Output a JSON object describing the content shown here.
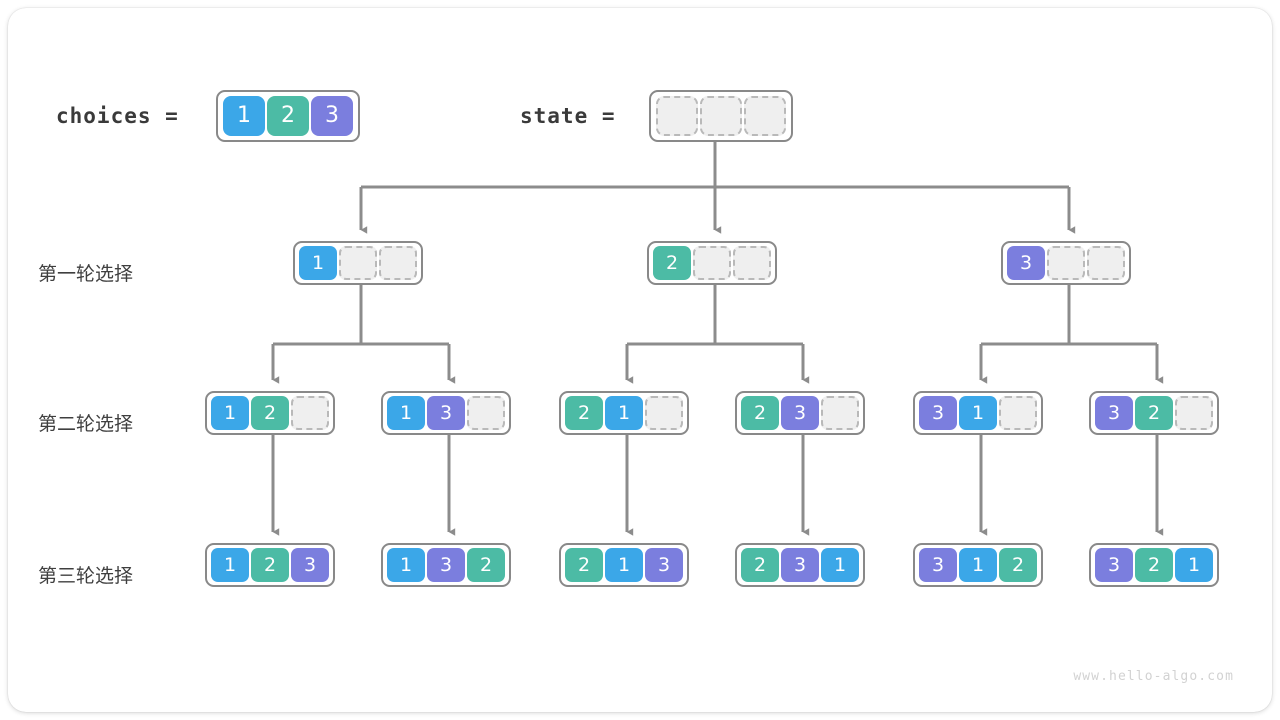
{
  "diagram": {
    "title": "permutation-backtracking-tree",
    "watermark": "www.hello-algo.com",
    "colors": {
      "blue": "#3BA7E8",
      "teal": "#4CBBA5",
      "purple": "#7B7EDE",
      "empty_fill": "#efefef",
      "empty_border": "#b9b9b9",
      "array_border": "#898989",
      "edge": "#8c8c8c",
      "text": "#3a3a3a",
      "watermark": "#d2d2d2"
    }
  },
  "header": {
    "choices_label": "choices =",
    "choices_values": [
      "1",
      "2",
      "3"
    ],
    "state_label": "state =",
    "state_values": [
      "",
      "",
      ""
    ]
  },
  "row_labels": [
    {
      "text": "第一轮选择"
    },
    {
      "text": "第二轮选择"
    },
    {
      "text": "第三轮选择"
    }
  ],
  "levels": [
    {
      "name": "round-1",
      "label": "第一轮选择",
      "nodes": [
        {
          "values": [
            "1",
            "",
            ""
          ]
        },
        {
          "values": [
            "2",
            "",
            ""
          ]
        },
        {
          "values": [
            "3",
            "",
            ""
          ]
        }
      ]
    },
    {
      "name": "round-2",
      "label": "第二轮选择",
      "nodes": [
        {
          "values": [
            "1",
            "2",
            ""
          ]
        },
        {
          "values": [
            "1",
            "3",
            ""
          ]
        },
        {
          "values": [
            "2",
            "1",
            ""
          ]
        },
        {
          "values": [
            "2",
            "3",
            ""
          ]
        },
        {
          "values": [
            "3",
            "1",
            ""
          ]
        },
        {
          "values": [
            "3",
            "2",
            ""
          ]
        }
      ]
    },
    {
      "name": "round-3",
      "label": "第三轮选择",
      "nodes": [
        {
          "values": [
            "1",
            "2",
            "3"
          ]
        },
        {
          "values": [
            "1",
            "3",
            "2"
          ]
        },
        {
          "values": [
            "2",
            "1",
            "3"
          ]
        },
        {
          "values": [
            "2",
            "3",
            "1"
          ]
        },
        {
          "values": [
            "3",
            "1",
            "2"
          ]
        },
        {
          "values": [
            "3",
            "2",
            "1"
          ]
        }
      ]
    }
  ]
}
